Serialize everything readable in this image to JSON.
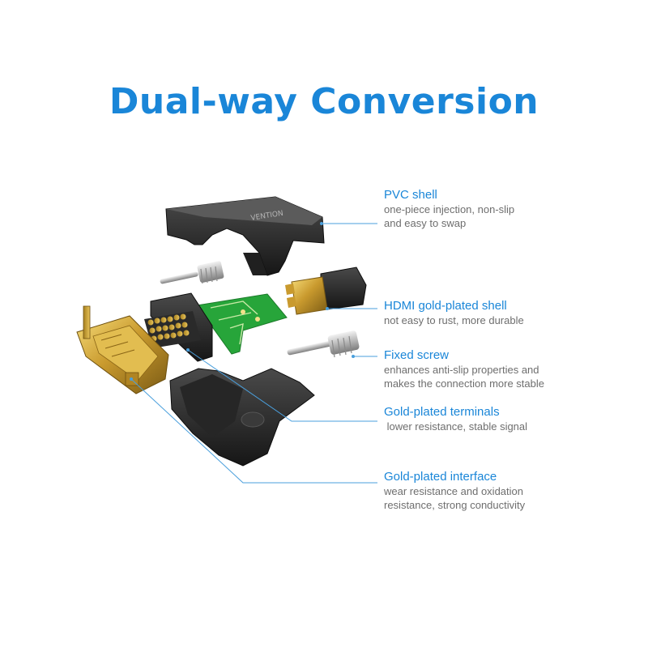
{
  "title": "Dual-way Conversion",
  "brand_mark": "VENTION",
  "colors": {
    "accent": "#1a86d8",
    "body_text": "#6e6e6e",
    "leader_line": "#4a9fdc"
  },
  "features": [
    {
      "title": "PVC shell",
      "desc": [
        "one-piece injection, non-slip",
        "and easy to swap"
      ]
    },
    {
      "title": "HDMI gold-plated shell",
      "desc": [
        "not easy to rust, more durable"
      ]
    },
    {
      "title": "Fixed screw",
      "desc": [
        "enhances anti-slip properties and",
        "makes the connection more stable"
      ]
    },
    {
      "title": "Gold-plated terminals",
      "desc": [
        " lower resistance, stable signal"
      ]
    },
    {
      "title": "Gold-plated interface",
      "desc": [
        "wear resistance and oxidation",
        "resistance, strong conductivity"
      ]
    }
  ]
}
